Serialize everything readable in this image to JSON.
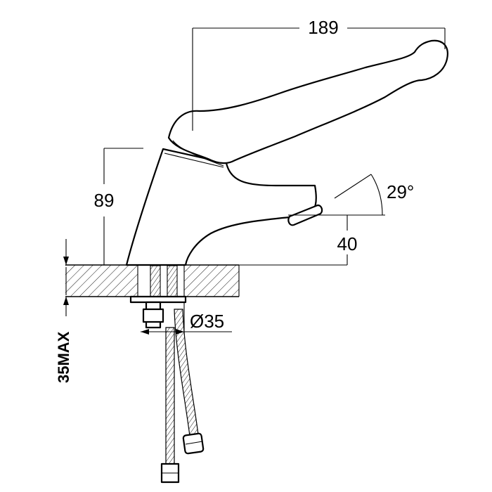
{
  "dimensions": {
    "handle_length": "189",
    "body_height": "89",
    "spout_height": "40",
    "handle_angle": "29°",
    "hole_diameter": "Ø35",
    "counter_thickness": "35MAX"
  }
}
